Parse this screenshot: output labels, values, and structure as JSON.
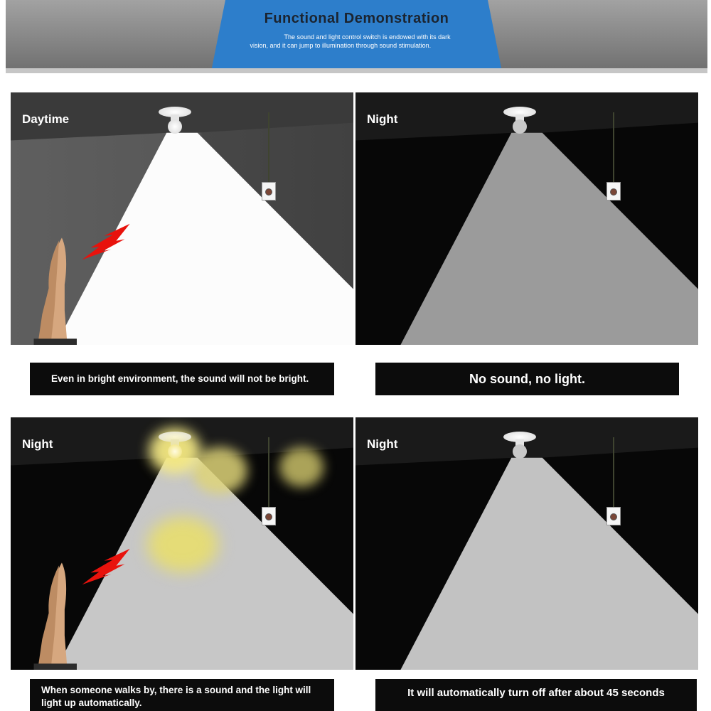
{
  "header": {
    "title": "Functional Demonstration",
    "subtitle": "The sound and light control switch is endowed with its dark vision, and it can jump to illumination through sound stimulation."
  },
  "panels": [
    {
      "label": "Daytime",
      "caption": "Even in bright environment, the sound will not be bright."
    },
    {
      "label": "Night",
      "caption": "No sound, no light."
    },
    {
      "label": "Night",
      "caption": "When someone walks by, there is a sound and the light will light up automatically."
    },
    {
      "label": "Night",
      "caption": "It will automatically turn off after about 45 seconds"
    }
  ],
  "colors": {
    "banner_blue": "#2d7ecb",
    "banner_gray": "#8c8c8c",
    "caption_bg": "#0c0c0c",
    "alert_red": "#e8120c",
    "glow_yellow": "#efe48a"
  }
}
